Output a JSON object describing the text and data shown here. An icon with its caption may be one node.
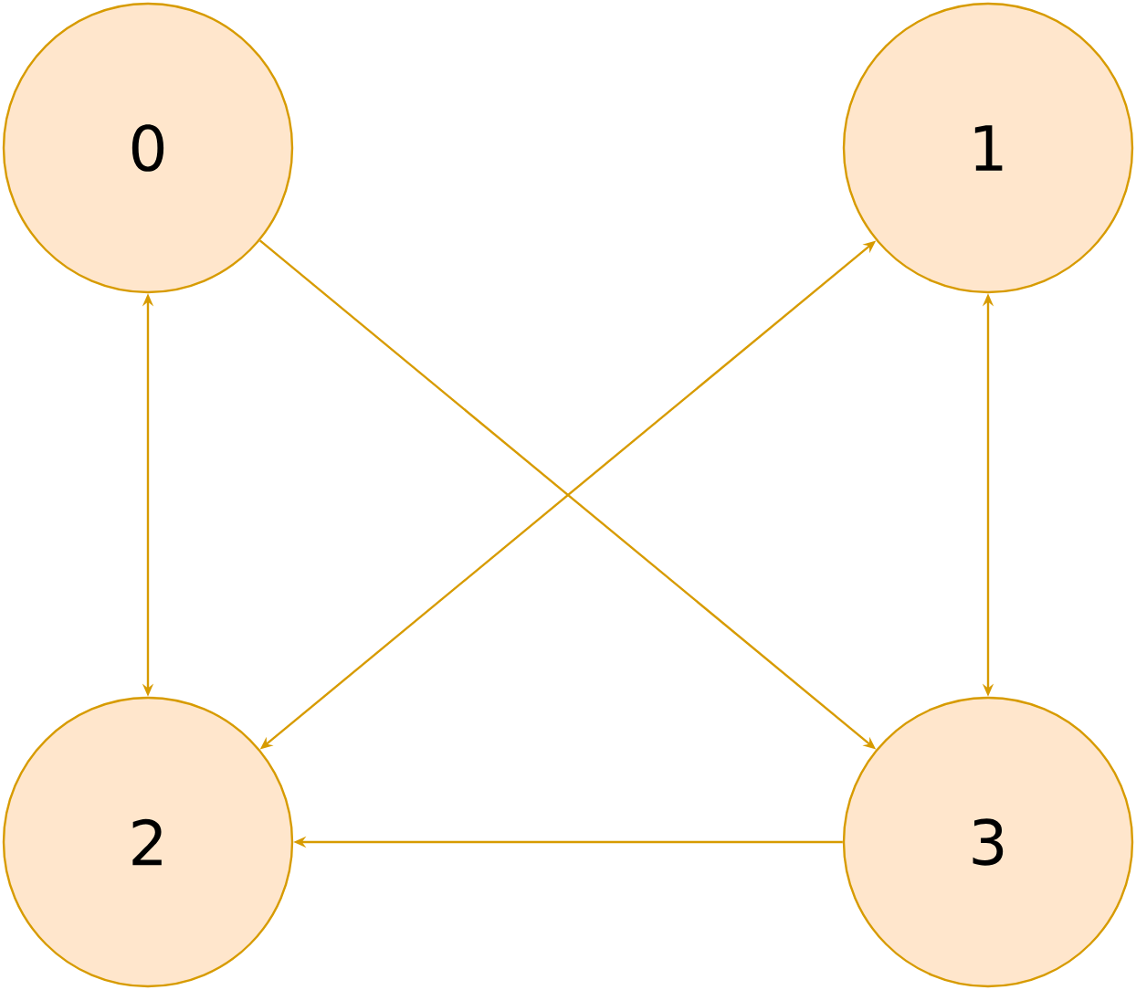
{
  "diagram": {
    "nodes": [
      {
        "text": [
          "0"
        ]
      },
      {
        "text": [
          "1"
        ]
      },
      {
        "text": [
          "2"
        ]
      },
      {
        "text": [
          "3"
        ]
      }
    ],
    "edges": [
      {
        "from": 0,
        "to": 2,
        "arrow": "both"
      },
      {
        "from": 0,
        "to": 3,
        "arrow": "to"
      },
      {
        "from": 2,
        "to": 1,
        "arrow": "both"
      },
      {
        "from": 1,
        "to": 3,
        "arrow": "both"
      },
      {
        "from": 3,
        "to": 2,
        "arrow": "to"
      }
    ]
  }
}
